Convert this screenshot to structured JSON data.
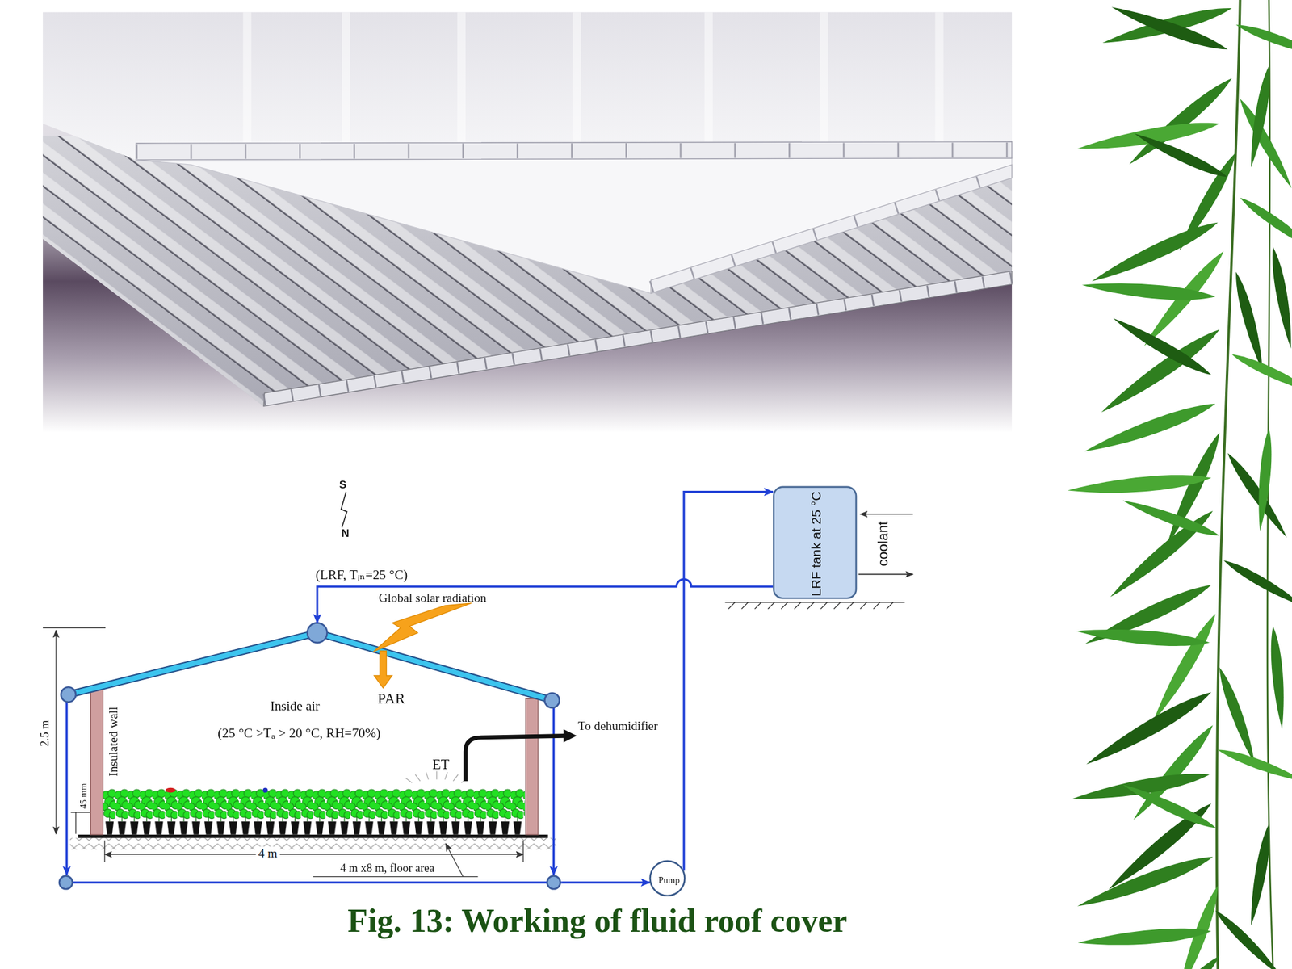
{
  "diagram": {
    "caption": "Fig. 13: Working of fluid roof cover",
    "nodes": [
      {
        "text": [
          "LRF tank at 25 °C"
        ]
      },
      {
        "text": [
          "Inside air",
          "(25 °C >Tₐ > 20 °C, RH=70%)"
        ]
      },
      {
        "text": [
          "Pump"
        ]
      }
    ],
    "edges": [
      {
        "from": 0,
        "to": 1,
        "arrow": "to",
        "label": "(LRF, Tᵢₙ=25 °C)"
      },
      {
        "from": 1,
        "to": 2,
        "arrow": "to"
      },
      {
        "from": 2,
        "to": 0,
        "arrow": "to"
      }
    ],
    "labels": [
      "S",
      "N",
      "Global solar radiation",
      "PAR",
      "2.5 m",
      "Insulated wall",
      "45 mm",
      "ET",
      "To dehumidifier",
      "4 m",
      "4 m x8 m, floor area",
      "coolant"
    ]
  }
}
